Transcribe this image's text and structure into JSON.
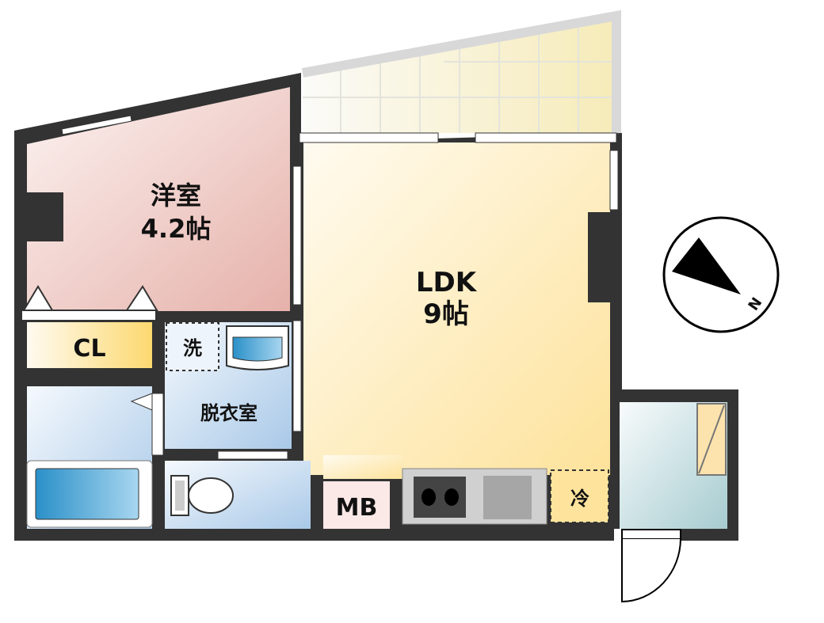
{
  "rooms": {
    "western": {
      "name": "洋室",
      "size": "4.2帖"
    },
    "ldk": {
      "name": "LDK",
      "size": "9帖"
    },
    "closet": {
      "name": "CL"
    },
    "washer": {
      "name": "洗"
    },
    "dressing": {
      "name": "脱衣室"
    },
    "meter_box": {
      "name": "MB"
    },
    "fridge": {
      "name": "冷"
    }
  },
  "compass": {
    "label": "N"
  },
  "colors": {
    "wall": "#333333",
    "western": "#e8b8b0",
    "ldk": "#fde6a0",
    "closet": "#fcdc78",
    "wet": "#a8cbe8",
    "entrance": "#a8ccd0"
  }
}
